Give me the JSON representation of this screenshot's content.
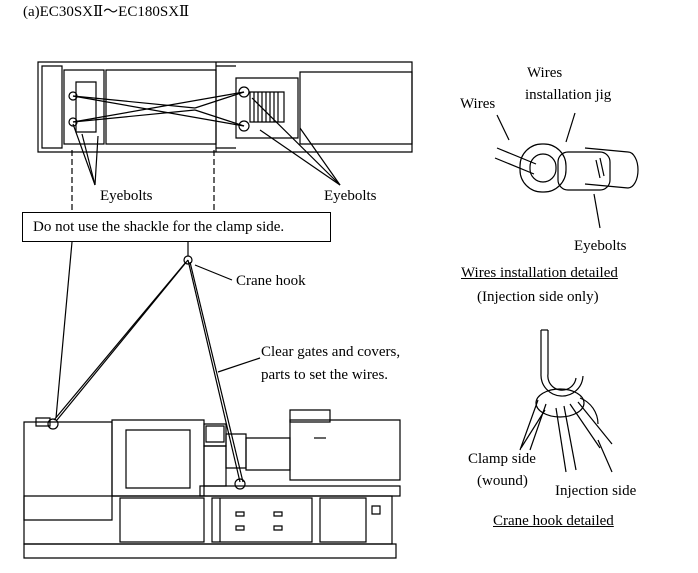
{
  "title": "(a)EC30SXⅡ～EC180SXⅡ",
  "labels": {
    "eyebolts_left": "Eyebolts",
    "eyebolts_right": "Eyebolts",
    "note": "Do not use the shackle for the clamp side.",
    "crane_hook": "Crane hook",
    "clear_gates_line1": "Clear gates and covers,",
    "clear_gates_line2": "parts to set the wires."
  },
  "wires_detail": {
    "wires": "Wires",
    "wires_jig_line1": "Wires",
    "wires_jig_line2": "installation jig",
    "eyebolts": "Eyebolts",
    "caption": "Wires installation detailed",
    "subcaption": "(Injection side only)"
  },
  "hook_detail": {
    "clamp_side_line1": "Clamp side",
    "clamp_side_line2": "(wound)",
    "injection_side": "Injection side",
    "caption": "Crane hook detailed"
  }
}
